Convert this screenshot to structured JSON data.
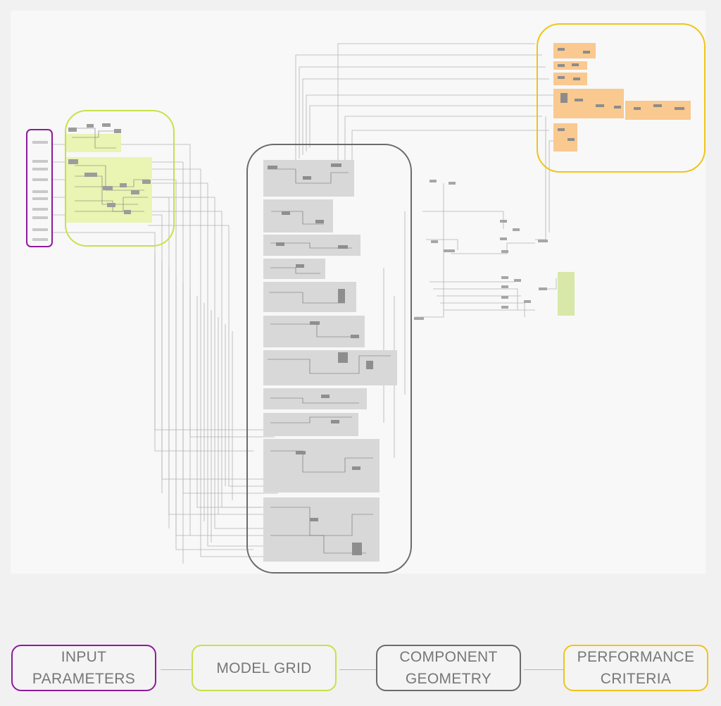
{
  "colors": {
    "input": "#8e1a9c",
    "grid": "#c8e04a",
    "geometry": "#6b6b6b",
    "performance": "#f0c419",
    "grid_fill": "#eaf4b3",
    "geometry_fill": "#d8d8d8",
    "performance_fill": "#f9c98f",
    "wire": "#9a9a9a"
  },
  "legend": {
    "input_parameters": "INPUT\nPARAMETERS",
    "model_grid": "MODEL GRID",
    "component_geometry": "COMPONENT\nGEOMETRY",
    "performance_criteria": "PERFORMANCE\nCRITERIA"
  }
}
